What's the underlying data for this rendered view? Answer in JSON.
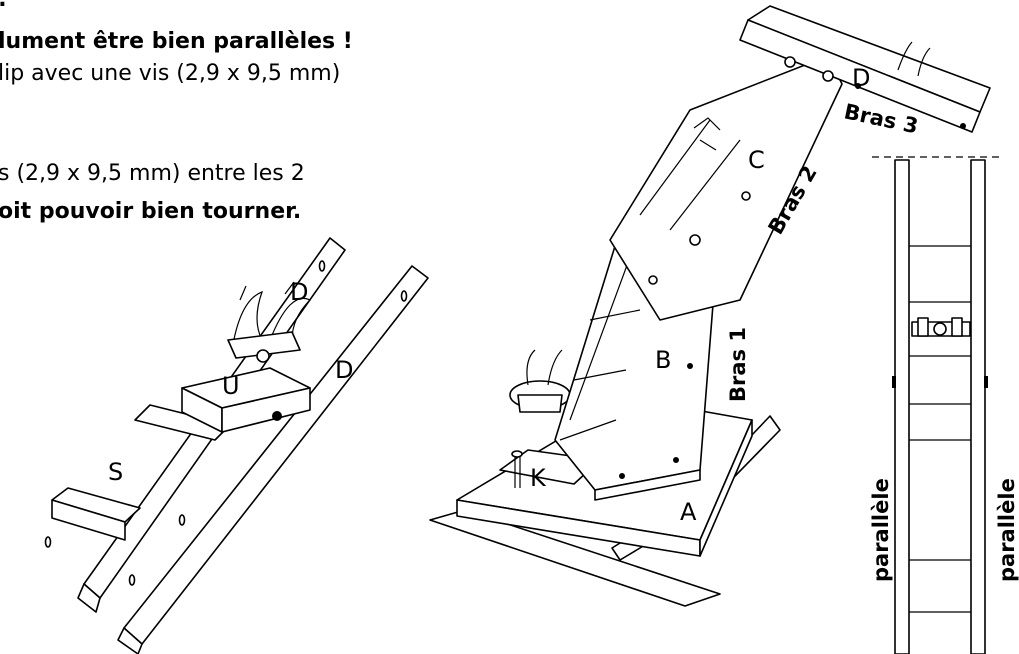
{
  "instructions": {
    "line0": ":",
    "line1": "lument être bien parallèles !",
    "line2": "lip avec une vis (2,9 x 9,5 mm)",
    "line3": "s (2,9 x 9,5 mm) entre les 2",
    "line4": "oit pouvoir bien tourner."
  },
  "left_arm": {
    "label_d_top": "D",
    "label_d_side": "D",
    "label_u": "U",
    "label_s": "S"
  },
  "assembly": {
    "label_d": "D",
    "label_c": "C",
    "label_b": "B",
    "label_k": "K",
    "label_a": "A",
    "bras_1": "Bras 1",
    "bras_2": "Bras 2",
    "bras_3": "Bras 3"
  },
  "top_view": {
    "label_left": "parallèle",
    "label_right": "parallèle"
  }
}
